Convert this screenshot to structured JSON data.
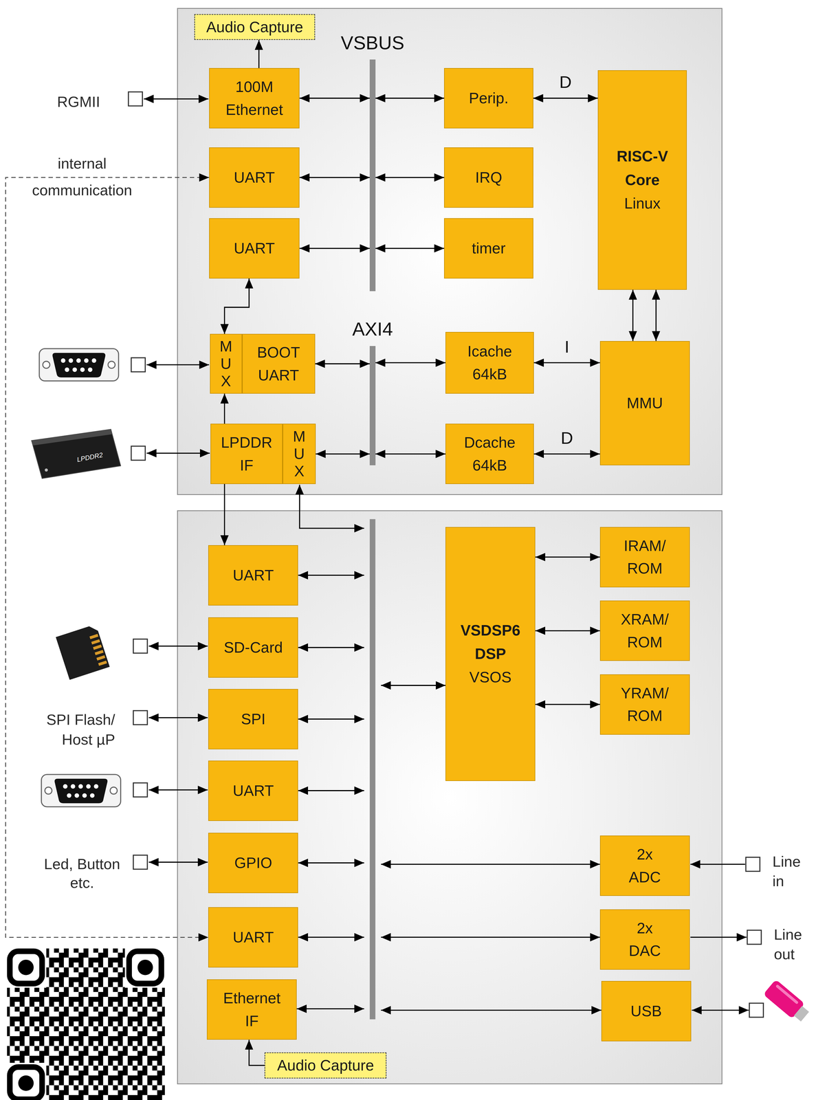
{
  "diagram": {
    "nodes": [
      {
        "text": [
          "Audio Capture"
        ]
      },
      {
        "text": [
          "VSBUS"
        ]
      },
      {
        "text": [
          "100M Ethernet"
        ]
      },
      {
        "text": [
          "Perip."
        ]
      },
      {
        "text": [
          "RISC-V Core",
          "Linux"
        ]
      },
      {
        "text": [
          "UART"
        ]
      },
      {
        "text": [
          "IRQ"
        ]
      },
      {
        "text": [
          "UART"
        ]
      },
      {
        "text": [
          "timer"
        ]
      },
      {
        "text": [
          "AXI4"
        ]
      },
      {
        "text": [
          "M U X"
        ]
      },
      {
        "text": [
          "BOOT UART"
        ]
      },
      {
        "text": [
          "Icache 64kB"
        ]
      },
      {
        "text": [
          "MMU"
        ]
      },
      {
        "text": [
          "LPDDR IF"
        ]
      },
      {
        "text": [
          "M U X"
        ]
      },
      {
        "text": [
          "Dcache 64kB"
        ]
      },
      {
        "text": [
          "UART"
        ]
      },
      {
        "text": [
          "VSDSP6 DSP",
          "VSOS"
        ]
      },
      {
        "text": [
          "IRAM/ ROM"
        ]
      },
      {
        "text": [
          "SD-Card"
        ]
      },
      {
        "text": [
          "XRAM/ ROM"
        ]
      },
      {
        "text": [
          "SPI"
        ]
      },
      {
        "text": [
          "YRAM/ ROM"
        ]
      },
      {
        "text": [
          "UART"
        ]
      },
      {
        "text": [
          "GPIO"
        ]
      },
      {
        "text": [
          "2x ADC"
        ]
      },
      {
        "text": [
          "UART"
        ]
      },
      {
        "text": [
          "2x DAC"
        ]
      },
      {
        "text": [
          "Ethernet IF"
        ]
      },
      {
        "text": [
          "USB"
        ]
      },
      {
        "text": [
          "Audio Capture"
        ]
      }
    ],
    "edges": [
      {
        "from": 2,
        "to": 0,
        "arrow": "to"
      },
      {
        "from": 2,
        "to": 1,
        "arrow": "both"
      },
      {
        "from": 3,
        "to": 1,
        "arrow": "both"
      },
      {
        "from": 3,
        "to": 4,
        "label": "D",
        "arrow": "both"
      },
      {
        "from": 5,
        "to": 1,
        "arrow": "both"
      },
      {
        "from": 6,
        "to": 1,
        "arrow": "both"
      },
      {
        "from": 7,
        "to": 1,
        "arrow": "both"
      },
      {
        "from": 8,
        "to": 1,
        "arrow": "both"
      },
      {
        "from": 4,
        "to": 13,
        "arrow": "both"
      },
      {
        "from": 4,
        "to": 13,
        "arrow": "both"
      },
      {
        "from": 11,
        "to": 9,
        "arrow": "both"
      },
      {
        "from": 12,
        "to": 9,
        "arrow": "both"
      },
      {
        "from": 12,
        "to": 13,
        "label": "I",
        "arrow": "both"
      },
      {
        "from": 15,
        "to": 9,
        "arrow": "both"
      },
      {
        "from": 16,
        "to": 9,
        "arrow": "both"
      },
      {
        "from": 16,
        "to": 13,
        "label": "D",
        "arrow": "both"
      },
      {
        "from": 7,
        "to": 10,
        "arrow": "both"
      },
      {
        "from": 10,
        "to": 17,
        "arrow": "both"
      },
      {
        "from": 5,
        "to": 27,
        "arrow": "both"
      },
      {
        "from": 18,
        "to": 19,
        "arrow": "both"
      },
      {
        "from": 18,
        "to": 21,
        "arrow": "both"
      },
      {
        "from": 18,
        "to": 23,
        "arrow": "both"
      },
      {
        "from": 31,
        "to": 29,
        "arrow": "to"
      }
    ],
    "labels": [
      "RGMII",
      "internal communication",
      "LPDDR2",
      "SPI Flash/ Host µP",
      "Led, Button etc.",
      "Line in",
      "Line out"
    ]
  }
}
